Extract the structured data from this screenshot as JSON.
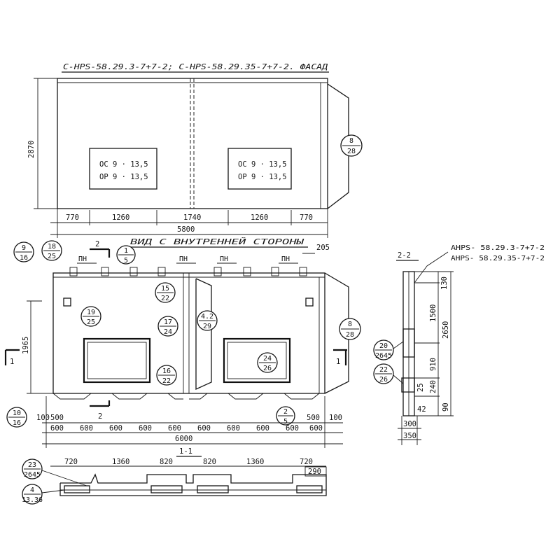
{
  "facade": {
    "title": "С-НРS-58.29.3-7+7-2; С-НРS-58.29.35-7+7-2. ФАСАД",
    "height_dim": "2870",
    "window_left": {
      "line1": "ОС  9 · 13,5",
      "line2": "ОР  9 · 13,5"
    },
    "window_right": {
      "line1": "ОС  9 · 13,5",
      "line2": "ОР  9 · 13,5"
    },
    "dims": [
      "770",
      "1260",
      "1740",
      "1260",
      "770"
    ],
    "total": "5800",
    "callout": {
      "top": "8",
      "bottom": "28"
    }
  },
  "inner_view": {
    "title": "ВИД С ВНУТРЕННЕЙ СТОРОНЫ",
    "dim_205": "205",
    "height_dim": "1965",
    "section_mark": "2",
    "section_mark_side": "1",
    "pn_labels": [
      "ПН",
      "ПН",
      "ПН",
      "ПН"
    ],
    "callouts": [
      {
        "top": "9",
        "bottom": "16"
      },
      {
        "top": "18",
        "bottom": "25"
      },
      {
        "top": "1",
        "bottom": "5"
      },
      {
        "top": "15",
        "bottom": "22"
      },
      {
        "top": "19",
        "bottom": "25"
      },
      {
        "top": "17",
        "bottom": "24"
      },
      {
        "top": "4.2",
        "bottom": "29"
      },
      {
        "top": "8",
        "bottom": "28"
      },
      {
        "top": "24",
        "bottom": "26"
      },
      {
        "top": "16",
        "bottom": "22"
      },
      {
        "top": "10",
        "bottom": "16"
      },
      {
        "top": "2",
        "bottom": "5"
      }
    ],
    "bottom_dims_row1": [
      "100",
      "500",
      "500",
      "100"
    ],
    "bottom_dims_row2": [
      "600",
      "600",
      "600",
      "600",
      "600",
      "600",
      "600",
      "600",
      "600",
      "600"
    ],
    "total": "6000"
  },
  "section_2_2": {
    "title": "2-2",
    "labels": [
      "АНРS- 58.29.3-7+7-2",
      "АНРS- 58.29.35-7+7-2"
    ],
    "dims_right": [
      "130",
      "1500",
      "2650",
      "910",
      "240",
      "25",
      "90"
    ],
    "dims_bottom": [
      "42",
      "300",
      "350"
    ],
    "callouts": [
      {
        "top": "20",
        "bottom": "2645"
      },
      {
        "top": "22",
        "bottom": "26"
      }
    ]
  },
  "section_1_1": {
    "title": "1-1",
    "dims": [
      "720",
      "1360",
      "820",
      "820",
      "1360",
      "720"
    ],
    "dim_290": "290",
    "callouts": [
      {
        "top": "23",
        "bottom": "2645"
      },
      {
        "top": "4",
        "bottom": "13.36"
      }
    ]
  }
}
